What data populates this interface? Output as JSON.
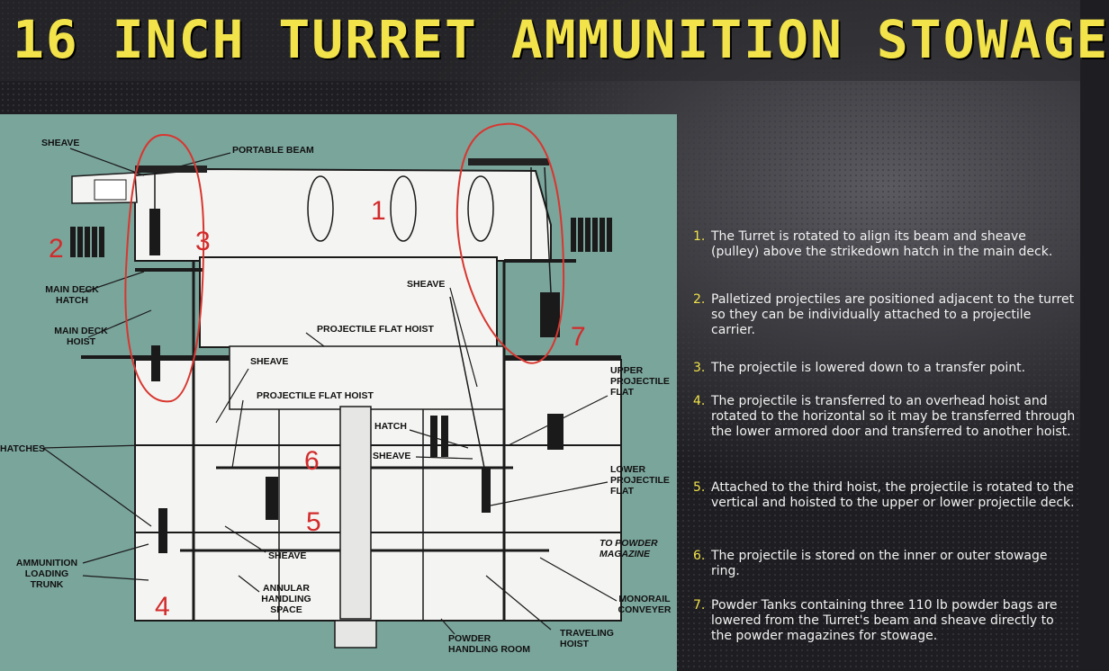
{
  "title": "16 INCH TURRET AMMUNITION STOWAGE",
  "colors": {
    "title": "#f2e34a",
    "panel": "#7aa59b",
    "drawing_fill": "#f4f4f2",
    "line": "#1a1a1a",
    "callout_number": "#d22b2b",
    "annotation_circle": "#d8362f",
    "step_number": "#f2e34a",
    "step_text": "#f2f2f2"
  },
  "labels": {
    "sheave_top": "SHEAVE",
    "portable_beam": "PORTABLE BEAM",
    "main_deck_hatch": "MAIN DECK\nHATCH",
    "main_deck_hoist": "MAIN DECK\nHOIST",
    "sheave_right": "SHEAVE",
    "projectile_flat_hoist_1": "PROJECTILE FLAT HOIST",
    "sheave_mid": "SHEAVE",
    "projectile_flat_hoist_2": "PROJECTILE FLAT HOIST",
    "upper_projectile_flat": "UPPER\nPROJECTILE\nFLAT",
    "hatch": "HATCH",
    "sheave_hatch": "SHEAVE",
    "hatches": "HATCHES",
    "lower_projectile_flat": "LOWER\nPROJECTILE\nFLAT",
    "to_powder_magazine": "TO POWDER\nMAGAZINE",
    "sheave_low": "SHEAVE",
    "ammunition_loading_trunk": "AMMUNITION\nLOADING\nTRUNK",
    "annular_handling_space": "ANNULAR\nHANDLING\nSPACE",
    "monorail_conveyer": "MONORAIL\nCONVEYER",
    "traveling_hoist": "TRAVELING\nHOIST",
    "powder_handling_room": "POWDER\nHANDLING ROOM"
  },
  "callouts": {
    "n1": "1",
    "n2": "2",
    "n3": "3",
    "n4": "4",
    "n5": "5",
    "n6": "6",
    "n7": "7"
  },
  "steps": [
    {
      "num": "1.",
      "text": "The Turret is rotated to align its beam and sheave (pulley) above the strikedown hatch in the main deck."
    },
    {
      "num": "2.",
      "text": "Palletized projectiles are positioned adjacent to the turret so they can be individually attached to a projectile carrier."
    },
    {
      "num": "3.",
      "text": "The projectile is lowered down to a transfer point."
    },
    {
      "num": "4.",
      "text": "The projectile is transferred to an overhead hoist and rotated to the horizontal so it may be transferred through the lower armored door and transferred to another hoist."
    },
    {
      "num": "5.",
      "text": "Attached to the third hoist, the projectile is rotated to the vertical and hoisted to the upper or lower projectile deck."
    },
    {
      "num": "6.",
      "text": "The projectile is stored on the inner or outer stowage ring."
    },
    {
      "num": "7.",
      "text": "Powder Tanks containing three 110 lb powder bags are lowered from the Turret's beam and sheave directly to the powder magazines for stowage."
    }
  ]
}
